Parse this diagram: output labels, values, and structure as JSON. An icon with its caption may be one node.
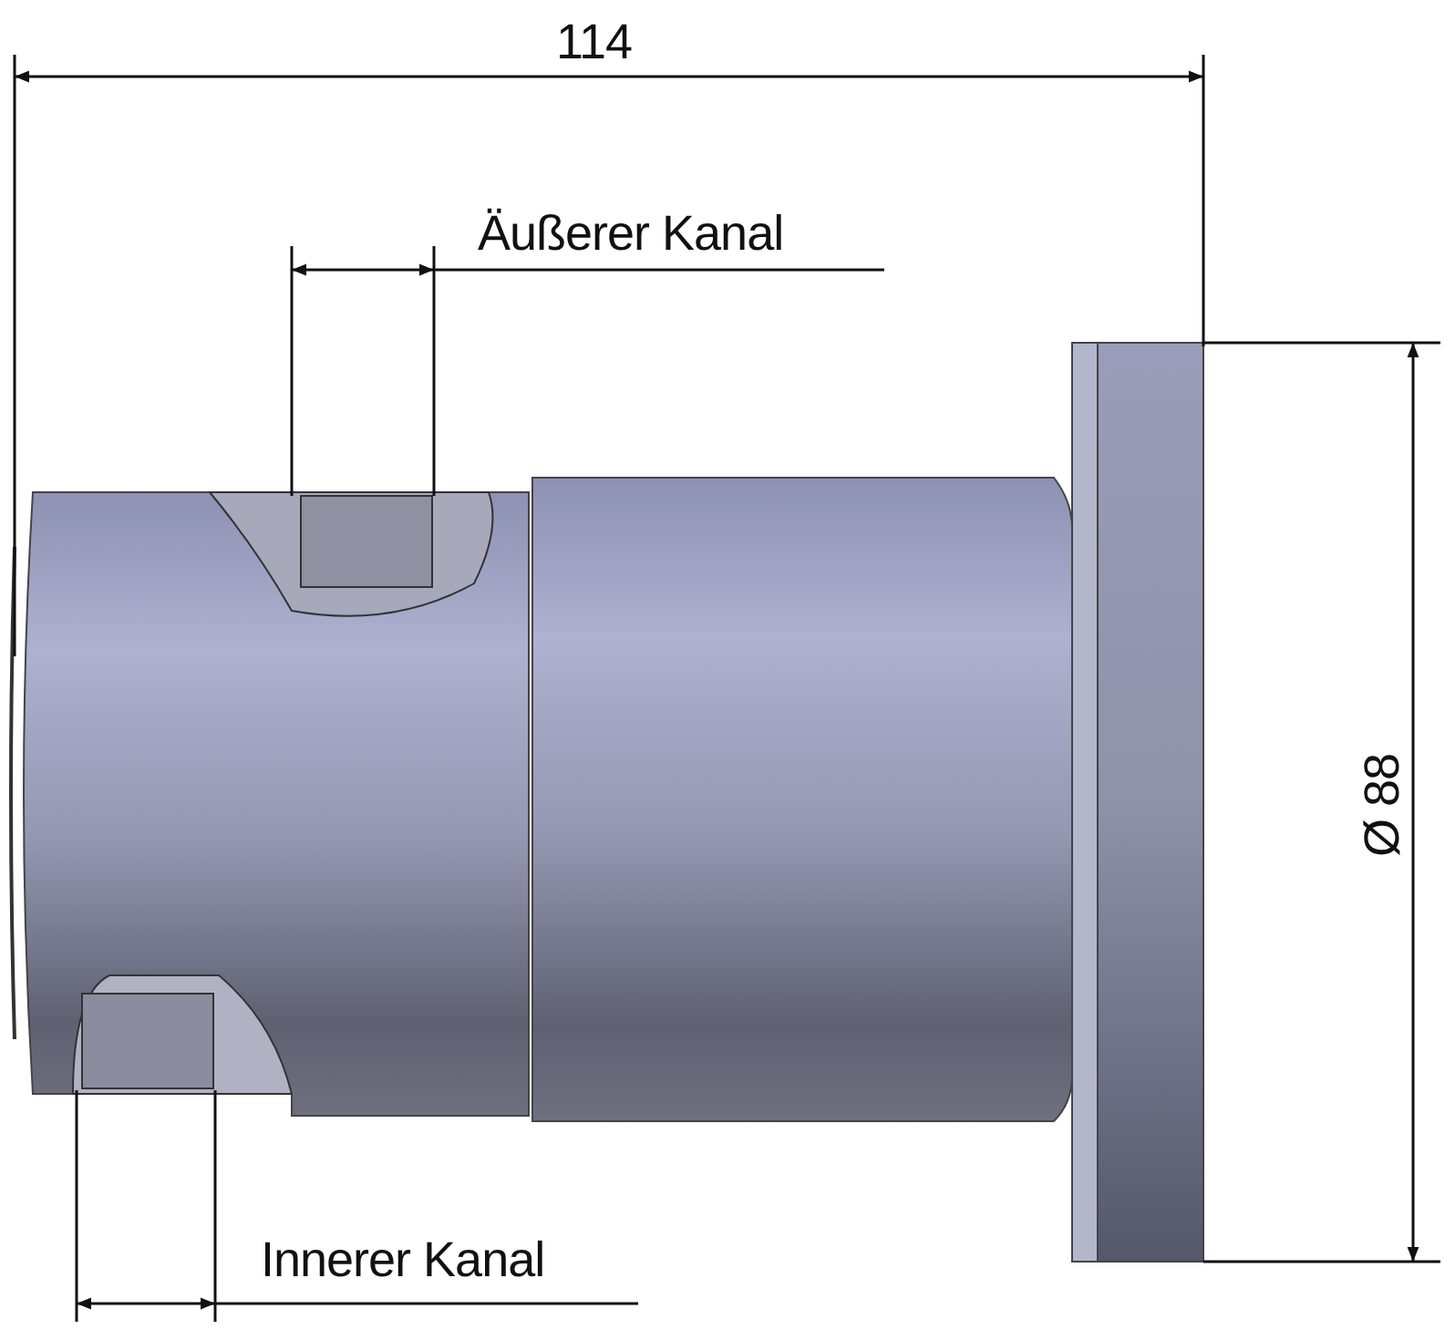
{
  "diagram": {
    "labels": [
      "114",
      "Äußerer Kanal",
      "Ø 88",
      "Innerer Kanal"
    ]
  }
}
